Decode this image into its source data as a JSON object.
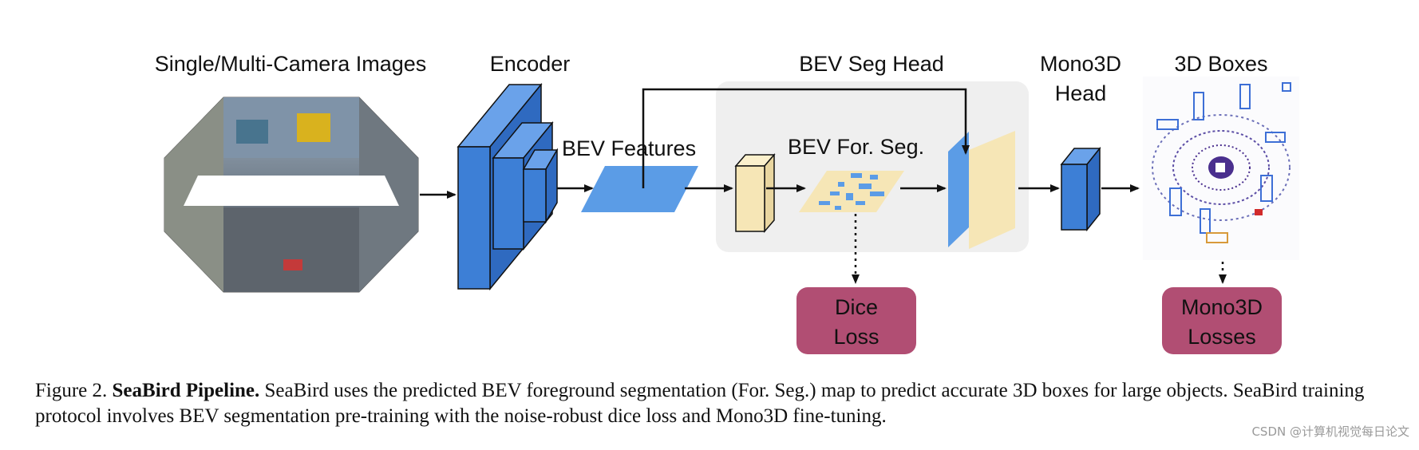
{
  "figure": {
    "labels": {
      "camera_images": "Single/Multi-Camera Images",
      "encoder": "Encoder",
      "bev_seg_head": "BEV Seg Head",
      "bev_features": "BEV Features",
      "bev_for_seg": "BEV For. Seg.",
      "mono3d_head_line1": "Mono3D",
      "mono3d_head_line2": "Head",
      "boxes_3d": "3D Boxes",
      "dice_loss_line1": "Dice",
      "dice_loss_line2": "Loss",
      "mono3d_losses_line1": "Mono3D",
      "mono3d_losses_line2": "Losses"
    },
    "colors": {
      "encoder_blue": "#3d7fd6",
      "feature_blue": "#5b9ce6",
      "seg_beige": "#f6e6b6",
      "loss_magenta": "#b14e73",
      "head_panel": "#efefef"
    }
  },
  "caption": {
    "prefix": "Figure 2. ",
    "bold": "SeaBird Pipeline.",
    "text": " SeaBird uses the predicted BEV foreground segmentation (For. Seg.) map to predict accurate 3D boxes for large objects. SeaBird training protocol involves BEV segmentation pre-training with the noise-robust dice loss and Mono3D fine-tuning."
  },
  "watermark": "CSDN @计算机视觉每日论文"
}
